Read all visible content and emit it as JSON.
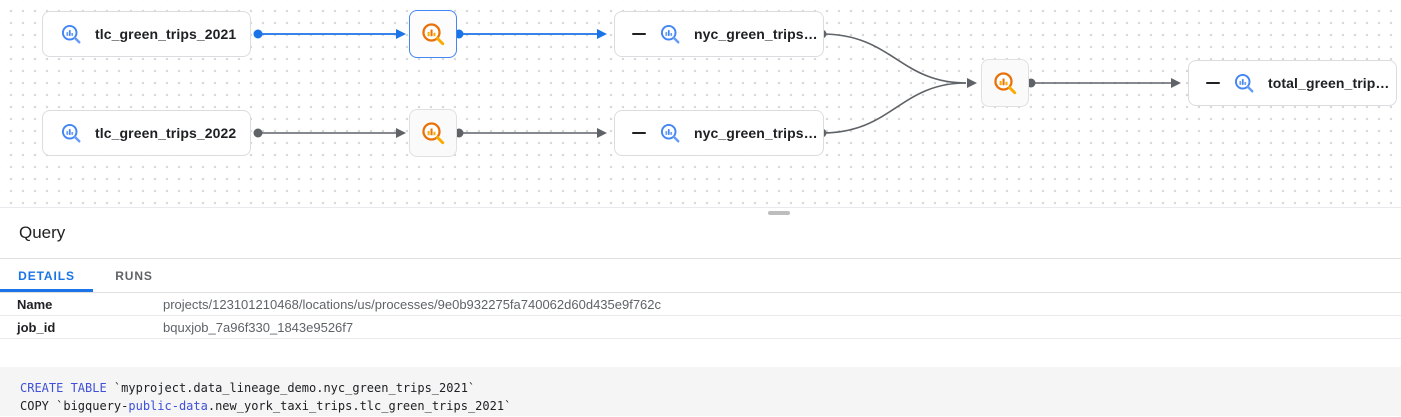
{
  "graph": {
    "nodes": [
      {
        "id": "tlc_green_trips_2021",
        "type": "table",
        "label": "tlc_green_trips_2021"
      },
      {
        "id": "process_2021",
        "type": "process",
        "icon": "query-process-icon",
        "selected": true
      },
      {
        "id": "nyc_green_trips_2021",
        "type": "table",
        "label": "nyc_green_trips…",
        "collapsible": true
      },
      {
        "id": "tlc_green_trips_2022",
        "type": "table",
        "label": "tlc_green_trips_2022"
      },
      {
        "id": "process_2022",
        "type": "process",
        "icon": "query-process-icon",
        "selected": false
      },
      {
        "id": "nyc_green_trips_2022",
        "type": "table",
        "label": "nyc_green_trips…",
        "collapsible": true
      },
      {
        "id": "process_merge",
        "type": "process",
        "icon": "query-process-icon",
        "selected": false
      },
      {
        "id": "total_green_trips",
        "type": "table",
        "label": "total_green_trip…",
        "collapsible": true
      }
    ]
  },
  "panel": {
    "title": "Query",
    "tabs": {
      "details": "DETAILS",
      "runs": "RUNS",
      "active": "DETAILS"
    },
    "details_rows": [
      {
        "label": "Name",
        "value": "projects/123101210468/locations/us/processes/9e0b932275fa740062d60d435e9f762c"
      },
      {
        "label": "job_id",
        "value": "bquxjob_7a96f330_1843e9526f7"
      }
    ],
    "code": {
      "line1": {
        "keyword": "CREATE TABLE",
        "rest": " `myproject.data_lineage_demo.nyc_green_trips_2021`"
      },
      "line2": {
        "pre": "COPY `bigquery-",
        "keyword": "public-data",
        "rest": ".new_york_taxi_trips.tlc_green_trips_2021`"
      }
    }
  },
  "colors": {
    "accent_blue": "#1a73e8",
    "selected_node_border": "#4285f4",
    "table_icon_blue": "#4285f4",
    "process_icon_orange": "#e8710a",
    "process_icon_orange_light": "#f9ab00",
    "edge_gray": "#5f6368",
    "sql_keyword_blue": "#4050d8",
    "code_background": "#f5f5f5"
  }
}
